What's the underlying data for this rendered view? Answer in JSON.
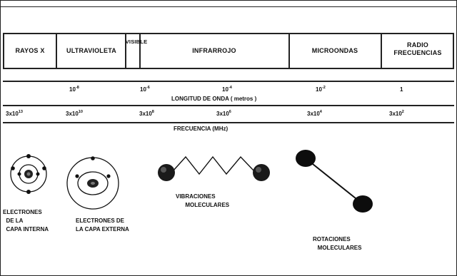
{
  "spectrum_bands": {
    "rayos_x": "RAYOS X",
    "ultravioleta": "ULTRAVIOLETA",
    "visible": "VISIBLE",
    "infrarrojo": "INFRARROJO",
    "microondas": "MICROONDAS",
    "radio_line1": "RADIO",
    "radio_line2": "FRECUENCIAS"
  },
  "wavelength": {
    "ticks": [
      {
        "base": "10",
        "exp": "-8"
      },
      {
        "base": "10",
        "exp": "-6"
      },
      {
        "base": "10",
        "exp": "-4"
      },
      {
        "base": "10",
        "exp": "-2"
      },
      {
        "base": "1",
        "exp": ""
      }
    ],
    "label": "LONGITUD DE ONDA ( metros )"
  },
  "frequency": {
    "ticks": [
      {
        "base": "3x10",
        "exp": "13"
      },
      {
        "base": "3x10",
        "exp": "10"
      },
      {
        "base": "3x10",
        "exp": "8"
      },
      {
        "base": "3x10",
        "exp": "6"
      },
      {
        "base": "3x10",
        "exp": "4"
      },
      {
        "base": "3x10",
        "exp": "2"
      }
    ],
    "label": "FRECUENCIA (MHz)"
  },
  "captions": {
    "inner_electrons": "ELECTRONES\n  DE LA\n  CAPA INTERNA",
    "outer_electrons": "ELECTRONES DE\nLA CAPA EXTERNA",
    "vibrations": "VIBRACIONES\n      MOLECULARES",
    "rotations": "ROTACIONES\n   MOLECULARES"
  },
  "colors": {
    "ink": "#111111"
  }
}
